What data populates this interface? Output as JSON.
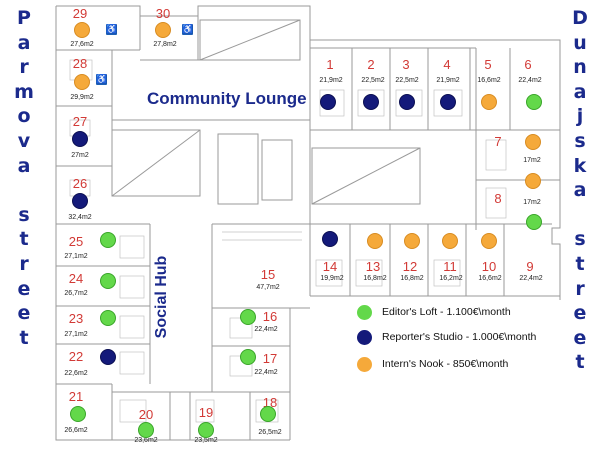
{
  "streets": {
    "left": "Parmova street",
    "left_letters": [
      "P",
      "a",
      "r",
      "m",
      "o",
      "v",
      "a",
      "",
      "s",
      "t",
      "r",
      "e",
      "e",
      "t"
    ],
    "right": "Dunajska street",
    "right_letters": [
      "D",
      "u",
      "n",
      "a",
      "j",
      "s",
      "k",
      "a",
      "",
      "s",
      "t",
      "r",
      "e",
      "e",
      "t"
    ]
  },
  "labels": {
    "lounge": "Community Lounge",
    "hub": "Social Hub"
  },
  "colors": {
    "editor": "#63d84a",
    "reporter": "#141a7a",
    "intern": "#f5a93a",
    "number": "#d23a36",
    "label": "#1b2a8c"
  },
  "legend": [
    {
      "type": "editor",
      "text": "Editor's Loft - 1.100€\\month"
    },
    {
      "type": "reporter",
      "text": "Reporter's Studio - 1.000€\\month"
    },
    {
      "type": "intern",
      "text": "Intern's Nook - 850€\\month"
    }
  ],
  "units": [
    {
      "id": "29",
      "area": "27,6m2",
      "type": "intern",
      "accessible": true
    },
    {
      "id": "30",
      "area": "27,8m2",
      "type": "intern",
      "accessible": true
    },
    {
      "id": "28",
      "area": "29,9m2",
      "type": "intern",
      "accessible": true
    },
    {
      "id": "27",
      "area": "27m2",
      "type": "reporter",
      "accessible": false
    },
    {
      "id": "26",
      "area": "32,4m2",
      "type": "reporter",
      "accessible": false
    },
    {
      "id": "25",
      "area": "27,1m2",
      "type": "editor",
      "accessible": false
    },
    {
      "id": "24",
      "area": "26,7m2",
      "type": "editor",
      "accessible": false
    },
    {
      "id": "23",
      "area": "27,1m2",
      "type": "editor",
      "accessible": false
    },
    {
      "id": "22",
      "area": "22,6m2",
      "type": "reporter",
      "accessible": false
    },
    {
      "id": "21",
      "area": "26,6m2",
      "type": "editor",
      "accessible": false
    },
    {
      "id": "20",
      "area": "23,6m2",
      "type": "editor",
      "accessible": false
    },
    {
      "id": "19",
      "area": "23,5m2",
      "type": "editor",
      "accessible": false
    },
    {
      "id": "18",
      "area": "26,5m2",
      "type": "editor",
      "accessible": false
    },
    {
      "id": "17",
      "area": "22,4m2",
      "type": "editor",
      "accessible": false
    },
    {
      "id": "16",
      "area": "22,4m2",
      "type": "editor",
      "accessible": false
    },
    {
      "id": "15",
      "area": "47,7m2",
      "type": "",
      "accessible": false
    },
    {
      "id": "14",
      "area": "19,9m2",
      "type": "reporter",
      "accessible": false
    },
    {
      "id": "13",
      "area": "16,8m2",
      "type": "intern",
      "accessible": false
    },
    {
      "id": "12",
      "area": "16,8m2",
      "type": "intern",
      "accessible": false
    },
    {
      "id": "11",
      "area": "16,2m2",
      "type": "intern",
      "accessible": false
    },
    {
      "id": "10",
      "area": "16,6m2",
      "type": "intern",
      "accessible": false
    },
    {
      "id": "9",
      "area": "22,4m2",
      "type": "editor",
      "accessible": false
    },
    {
      "id": "8",
      "area": "17m2",
      "type": "intern",
      "accessible": false
    },
    {
      "id": "7",
      "area": "17m2",
      "type": "intern",
      "accessible": false
    },
    {
      "id": "6",
      "area": "22,4m2",
      "type": "editor",
      "accessible": false
    },
    {
      "id": "5",
      "area": "16,6m2",
      "type": "intern",
      "accessible": false
    },
    {
      "id": "4",
      "area": "21,9m2",
      "type": "reporter",
      "accessible": false
    },
    {
      "id": "3",
      "area": "22,5m2",
      "type": "reporter",
      "accessible": false
    },
    {
      "id": "2",
      "area": "22,5m2",
      "type": "reporter",
      "accessible": false
    },
    {
      "id": "1",
      "area": "21,9m2",
      "type": "reporter",
      "accessible": false
    }
  ]
}
